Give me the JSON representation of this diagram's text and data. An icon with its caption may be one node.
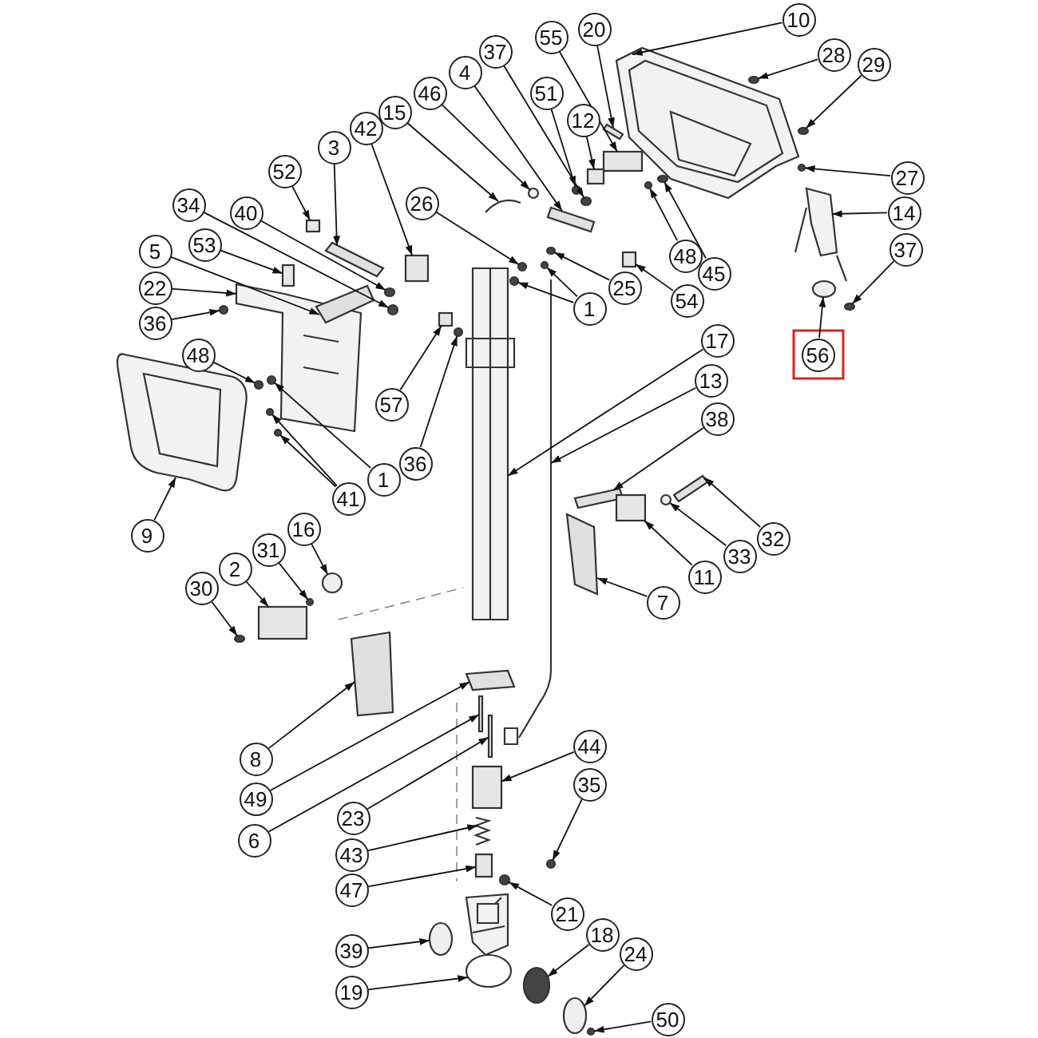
{
  "diagram": {
    "nodes": [
      {
        "text": [
          "10"
        ]
      },
      {
        "text": [
          "20"
        ]
      },
      {
        "text": [
          "55"
        ]
      },
      {
        "text": [
          "37"
        ]
      },
      {
        "text": [
          "28"
        ]
      },
      {
        "text": [
          "29"
        ]
      },
      {
        "text": [
          "4"
        ]
      },
      {
        "text": [
          "46"
        ]
      },
      {
        "text": [
          "51"
        ]
      },
      {
        "text": [
          "15"
        ]
      },
      {
        "text": [
          "12"
        ]
      },
      {
        "text": [
          "42"
        ]
      },
      {
        "text": [
          "3"
        ]
      },
      {
        "text": [
          "52"
        ]
      },
      {
        "text": [
          "27"
        ]
      },
      {
        "text": [
          "26"
        ]
      },
      {
        "text": [
          "34"
        ]
      },
      {
        "text": [
          "40"
        ]
      },
      {
        "text": [
          "14"
        ]
      },
      {
        "text": [
          "53"
        ]
      },
      {
        "text": [
          "5"
        ]
      },
      {
        "text": [
          "37"
        ]
      },
      {
        "text": [
          "48"
        ]
      },
      {
        "text": [
          "45"
        ]
      },
      {
        "text": [
          "25"
        ]
      },
      {
        "text": [
          "22"
        ]
      },
      {
        "text": [
          "54"
        ]
      },
      {
        "text": [
          "1"
        ]
      },
      {
        "text": [
          "36"
        ]
      },
      {
        "text": [
          "17"
        ]
      },
      {
        "text": [
          "48"
        ]
      },
      {
        "text": [
          "56"
        ]
      },
      {
        "text": [
          "13"
        ]
      },
      {
        "text": [
          "57"
        ]
      },
      {
        "text": [
          "38"
        ]
      },
      {
        "text": [
          "36"
        ]
      },
      {
        "text": [
          "1"
        ]
      },
      {
        "text": [
          "41"
        ]
      },
      {
        "text": [
          "9"
        ]
      },
      {
        "text": [
          "16"
        ]
      },
      {
        "text": [
          "32"
        ]
      },
      {
        "text": [
          "31"
        ]
      },
      {
        "text": [
          "33"
        ]
      },
      {
        "text": [
          "2"
        ]
      },
      {
        "text": [
          "11"
        ]
      },
      {
        "text": [
          "30"
        ]
      },
      {
        "text": [
          "7"
        ]
      },
      {
        "text": [
          "44"
        ]
      },
      {
        "text": [
          "8"
        ]
      },
      {
        "text": [
          "35"
        ]
      },
      {
        "text": [
          "49"
        ]
      },
      {
        "text": [
          "23"
        ]
      },
      {
        "text": [
          "6"
        ]
      },
      {
        "text": [
          "43"
        ]
      },
      {
        "text": [
          "47"
        ]
      },
      {
        "text": [
          "21"
        ]
      },
      {
        "text": [
          "18"
        ]
      },
      {
        "text": [
          "39"
        ]
      },
      {
        "text": [
          "24"
        ]
      },
      {
        "text": [
          "19"
        ]
      },
      {
        "text": [
          "50"
        ]
      },
      {
        "text": [],
        "shape": "picture"
      },
      {
        "text": [],
        "shape": "bar"
      },
      {
        "text": [],
        "shape": "box"
      },
      {
        "text": [],
        "shape": "circle"
      },
      {
        "text": [],
        "shape": "circle"
      },
      {
        "text": [],
        "shape": "circle"
      },
      {
        "text": [],
        "shape": "bar"
      },
      {
        "text": [],
        "shape": "circle"
      },
      {
        "text": [],
        "shape": "circle"
      },
      {
        "text": [],
        "shape": "picture"
      },
      {
        "text": [],
        "shape": "box"
      },
      {
        "text": [],
        "shape": "box"
      },
      {
        "text": [],
        "shape": "bar"
      },
      {
        "text": [],
        "shape": "box"
      },
      {
        "text": [],
        "shape": "circle"
      },
      {
        "text": [],
        "shape": "circle"
      },
      {
        "text": [],
        "shape": "circle"
      },
      {
        "text": [],
        "shape": "circle"
      },
      {
        "text": [],
        "shape": "picture"
      },
      {
        "text": [],
        "shape": "box"
      },
      {
        "text": [],
        "shape": "bar"
      },
      {
        "text": [],
        "shape": "circle"
      },
      {
        "text": [],
        "shape": "circle"
      },
      {
        "text": [],
        "shape": "circle"
      },
      {
        "text": [],
        "shape": "circle"
      },
      {
        "text": [],
        "shape": "picture"
      },
      {
        "text": [],
        "shape": "box"
      },
      {
        "text": [],
        "shape": "circle"
      },
      {
        "text": [],
        "shape": "circle"
      },
      {
        "text": [],
        "shape": "circle"
      },
      {
        "text": [],
        "shape": "picture"
      },
      {
        "text": [],
        "shape": "circle"
      },
      {
        "text": [],
        "shape": "circle"
      },
      {
        "text": [],
        "shape": "picture"
      },
      {
        "text": [],
        "shape": "box"
      },
      {
        "text": [],
        "shape": "bar"
      },
      {
        "text": [],
        "shape": "circle"
      },
      {
        "text": [],
        "shape": "circle"
      },
      {
        "text": [],
        "shape": "circle"
      },
      {
        "text": [],
        "shape": "circle"
      },
      {
        "text": [],
        "shape": "picture"
      },
      {
        "text": [],
        "shape": "circle"
      },
      {
        "text": [],
        "shape": "bar"
      },
      {
        "text": [],
        "shape": "circle"
      },
      {
        "text": [],
        "shape": "circle"
      },
      {
        "text": [],
        "shape": "box"
      },
      {
        "text": [],
        "shape": "box"
      },
      {
        "text": [],
        "shape": "circle"
      },
      {
        "text": [],
        "shape": "bar"
      },
      {
        "text": [],
        "shape": "box"
      },
      {
        "text": [],
        "shape": "bar"
      },
      {
        "text": [],
        "shape": "circle"
      },
      {
        "text": [],
        "shape": "bar"
      },
      {
        "text": [],
        "shape": "box"
      },
      {
        "text": [],
        "shape": "box"
      },
      {
        "text": [],
        "shape": "picture"
      },
      {
        "text": [],
        "shape": "box"
      },
      {
        "text": [],
        "shape": "circle"
      },
      {
        "text": [],
        "shape": "circle"
      },
      {
        "text": [],
        "shape": "circle"
      },
      {
        "text": [],
        "shape": "circle"
      },
      {
        "text": [],
        "shape": "picture"
      },
      {
        "text": [],
        "shape": "circle"
      }
    ],
    "edges": [
      {
        "from": 0,
        "to": 61,
        "arrow": "to"
      },
      {
        "from": 1,
        "to": 62,
        "arrow": "to"
      },
      {
        "from": 2,
        "to": 63,
        "arrow": "to"
      },
      {
        "from": 3,
        "to": 64,
        "arrow": "to"
      },
      {
        "from": 4,
        "to": 65,
        "arrow": "to"
      },
      {
        "from": 5,
        "to": 66,
        "arrow": "to"
      },
      {
        "from": 6,
        "to": 67,
        "arrow": "to"
      },
      {
        "from": 7,
        "to": 68,
        "arrow": "to"
      },
      {
        "from": 8,
        "to": 69,
        "arrow": "to"
      },
      {
        "from": 9,
        "to": 70,
        "arrow": "to"
      },
      {
        "from": 10,
        "to": 71,
        "arrow": "to"
      },
      {
        "from": 11,
        "to": 72,
        "arrow": "to"
      },
      {
        "from": 12,
        "to": 73,
        "arrow": "to"
      },
      {
        "from": 13,
        "to": 74,
        "arrow": "to"
      },
      {
        "from": 14,
        "to": 75,
        "arrow": "to"
      },
      {
        "from": 15,
        "to": 76,
        "arrow": "to"
      },
      {
        "from": 16,
        "to": 77,
        "arrow": "to"
      },
      {
        "from": 17,
        "to": 78,
        "arrow": "to"
      },
      {
        "from": 18,
        "to": 79,
        "arrow": "to"
      },
      {
        "from": 19,
        "to": 80,
        "arrow": "to"
      },
      {
        "from": 20,
        "to": 81,
        "arrow": "to"
      },
      {
        "from": 21,
        "to": 82,
        "arrow": "to"
      },
      {
        "from": 22,
        "to": 83,
        "arrow": "to"
      },
      {
        "from": 23,
        "to": 84,
        "arrow": "to"
      },
      {
        "from": 24,
        "to": 85,
        "arrow": "to"
      },
      {
        "from": 25,
        "to": 86,
        "arrow": "to"
      },
      {
        "from": 26,
        "to": 87,
        "arrow": "to"
      },
      {
        "from": 27,
        "to": 88,
        "arrow": "to"
      },
      {
        "from": 27,
        "to": 89,
        "arrow": "to"
      },
      {
        "from": 28,
        "to": 90,
        "arrow": "to"
      },
      {
        "from": 29,
        "to": 91,
        "arrow": "to"
      },
      {
        "from": 30,
        "to": 92,
        "arrow": "to"
      },
      {
        "from": 31,
        "to": 93,
        "arrow": "to"
      },
      {
        "from": 32,
        "to": 94,
        "arrow": "to"
      },
      {
        "from": 33,
        "to": 95,
        "arrow": "to"
      },
      {
        "from": 34,
        "to": 96,
        "arrow": "to"
      },
      {
        "from": 35,
        "to": 97,
        "arrow": "to"
      },
      {
        "from": 36,
        "to": 98,
        "arrow": "to"
      },
      {
        "from": 37,
        "to": 99,
        "arrow": "to"
      },
      {
        "from": 37,
        "to": 100,
        "arrow": "to"
      },
      {
        "from": 38,
        "to": 101,
        "arrow": "to"
      },
      {
        "from": 39,
        "to": 102,
        "arrow": "to"
      },
      {
        "from": 40,
        "to": 103,
        "arrow": "to"
      },
      {
        "from": 41,
        "to": 104,
        "arrow": "to"
      },
      {
        "from": 42,
        "to": 105,
        "arrow": "to"
      },
      {
        "from": 43,
        "to": 106,
        "arrow": "to"
      },
      {
        "from": 44,
        "to": 107,
        "arrow": "to"
      },
      {
        "from": 45,
        "to": 108,
        "arrow": "to"
      },
      {
        "from": 46,
        "to": 109,
        "arrow": "to"
      },
      {
        "from": 47,
        "to": 110,
        "arrow": "to"
      },
      {
        "from": 48,
        "to": 111,
        "arrow": "to"
      },
      {
        "from": 49,
        "to": 112,
        "arrow": "to"
      },
      {
        "from": 50,
        "to": 113,
        "arrow": "to"
      },
      {
        "from": 51,
        "to": 114,
        "arrow": "to"
      },
      {
        "from": 52,
        "to": 115,
        "arrow": "to"
      },
      {
        "from": 53,
        "to": 116,
        "arrow": "to"
      },
      {
        "from": 54,
        "to": 117,
        "arrow": "to"
      },
      {
        "from": 55,
        "to": 118,
        "arrow": "to"
      },
      {
        "from": 56,
        "to": 119,
        "arrow": "to"
      },
      {
        "from": 57,
        "to": 120,
        "arrow": "to"
      },
      {
        "from": 58,
        "to": 121,
        "arrow": "to"
      },
      {
        "from": 59,
        "to": 122,
        "arrow": "to"
      },
      {
        "from": 60,
        "to": 123,
        "arrow": "to"
      }
    ]
  }
}
